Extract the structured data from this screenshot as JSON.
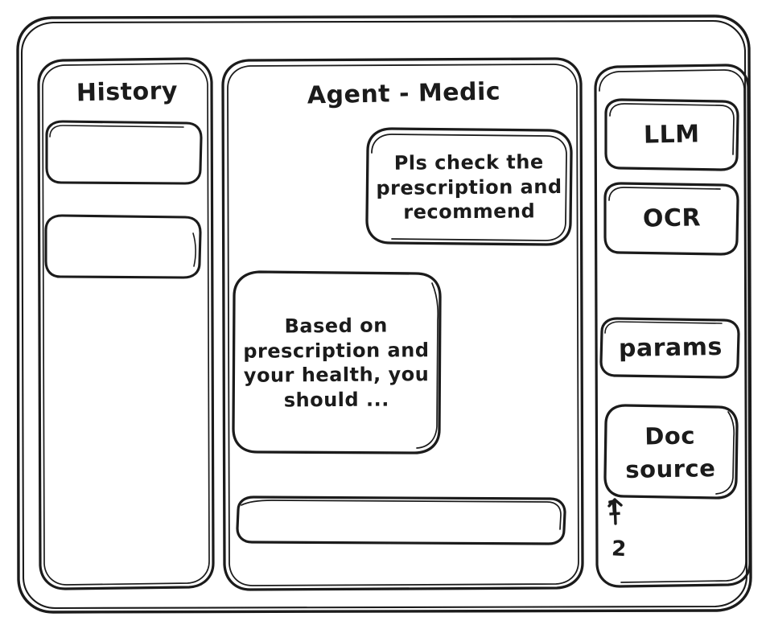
{
  "window": {
    "name": "app-window-frame"
  },
  "sidebar_left": {
    "title": "History",
    "items": [
      {
        "name": "history-item-1",
        "label": ""
      },
      {
        "name": "history-item-2",
        "label": ""
      }
    ]
  },
  "main": {
    "title": "Agent - Medic",
    "messages": [
      {
        "role": "user",
        "text": "Pls check the prescription and recommend"
      },
      {
        "role": "agent",
        "text": "Based on prescription and your health, you should ..."
      }
    ],
    "composer": {
      "value": "",
      "placeholder": ""
    }
  },
  "sidebar_right": {
    "tools": [
      {
        "name": "tool-llm",
        "label": "LLM"
      },
      {
        "name": "tool-ocr",
        "label": "OCR"
      },
      {
        "name": "tool-params",
        "label": "params"
      },
      {
        "name": "tool-doc-source",
        "label": "Doc source"
      }
    ],
    "doc_references": [
      {
        "label": "1"
      },
      {
        "label": "2"
      }
    ]
  },
  "colors": {
    "stroke": "#1b1b1b",
    "background": "#ffffff"
  }
}
